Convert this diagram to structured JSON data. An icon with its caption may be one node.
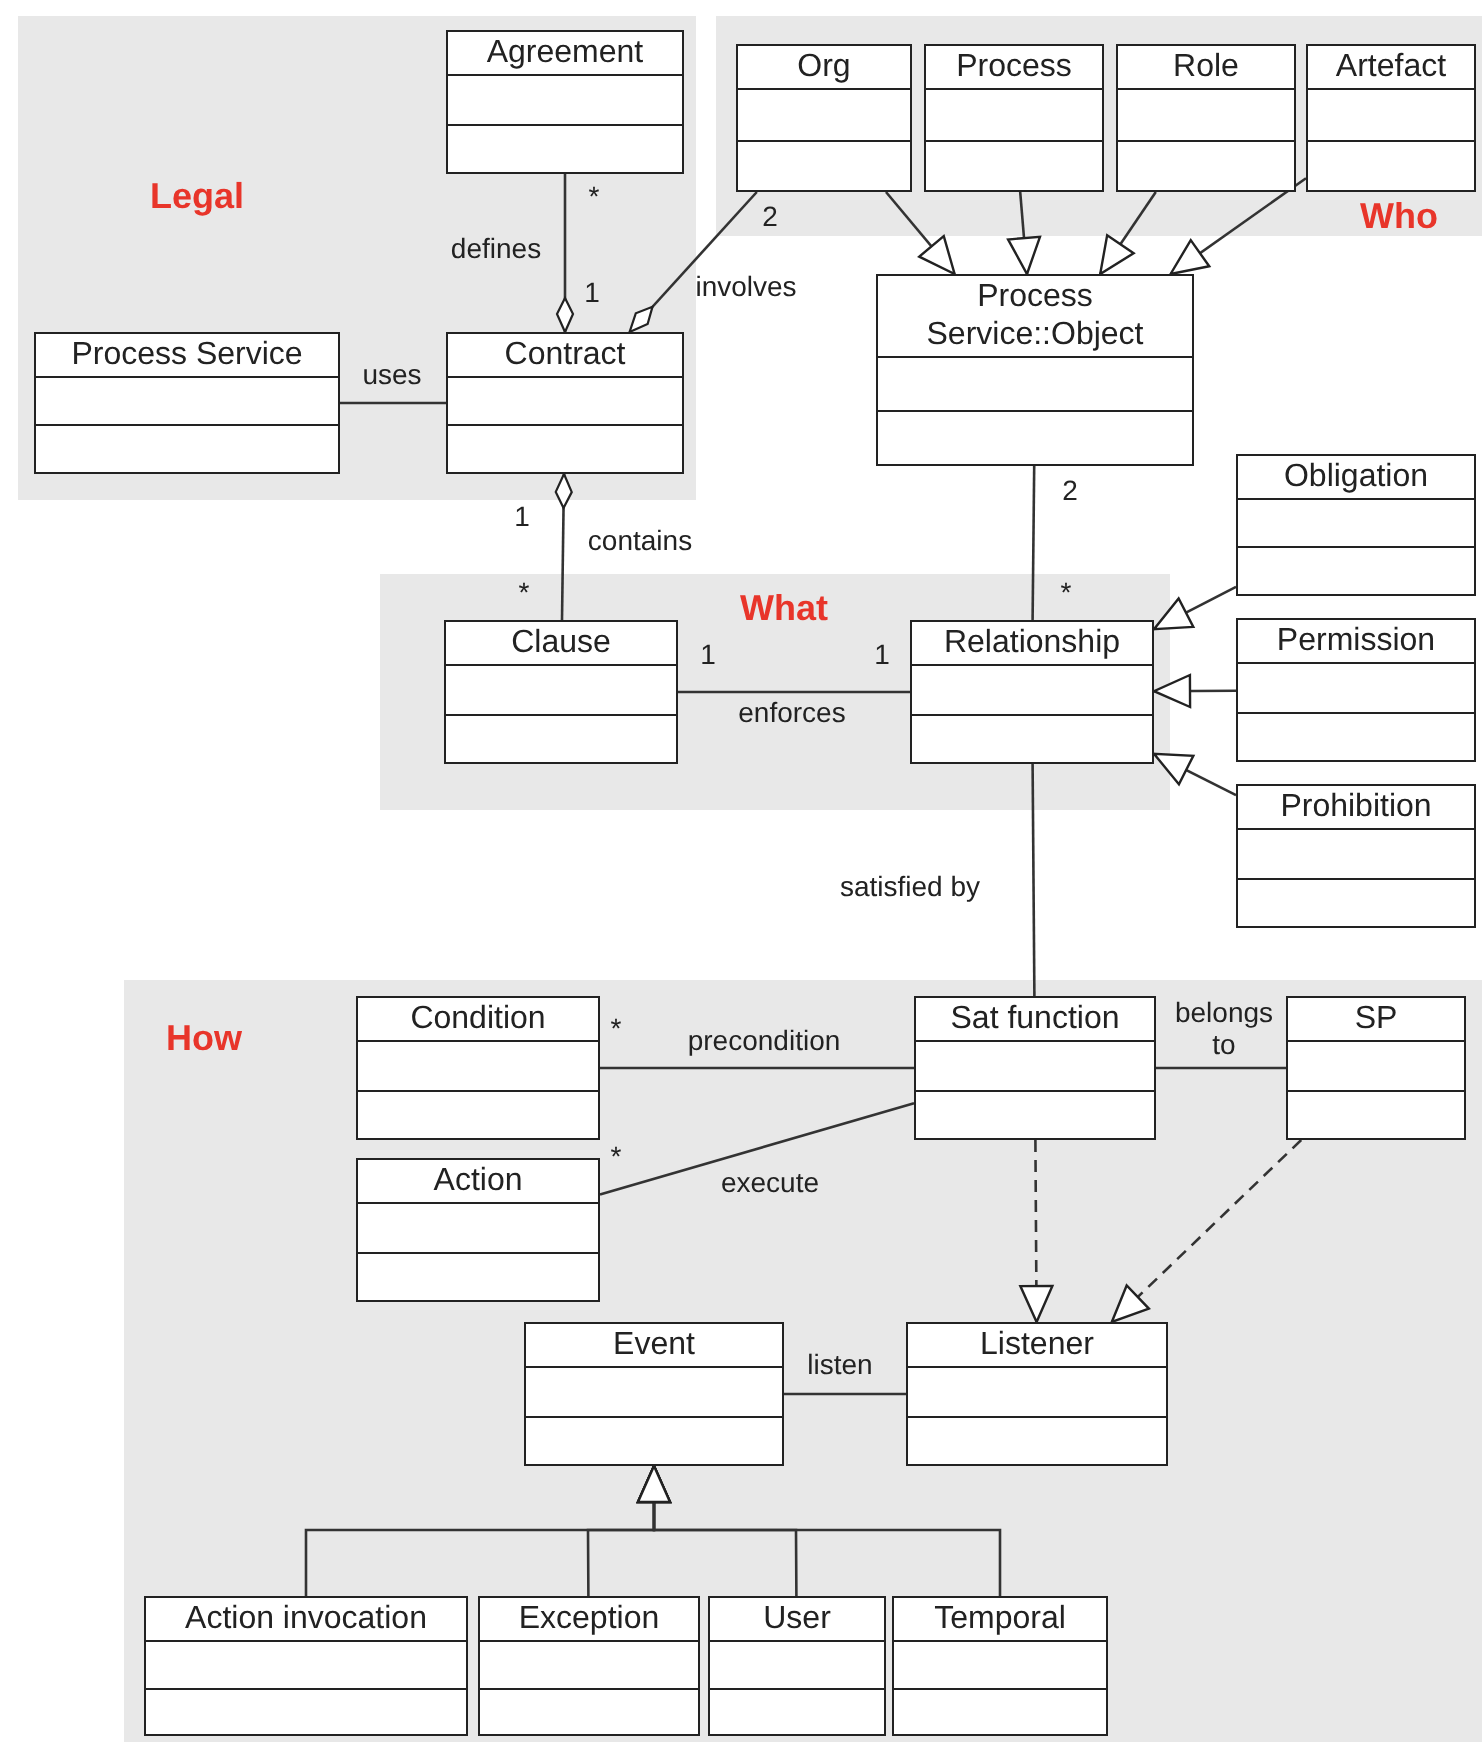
{
  "diagram": {
    "nodes": [
      {
        "text": [
          "Legal"
        ]
      },
      {
        "text": [
          "Agreement"
        ],
        "in": 0
      },
      {
        "text": [
          "Process Service"
        ],
        "in": 0
      },
      {
        "text": [
          "Contract"
        ],
        "in": 0
      },
      {
        "text": [
          "Who"
        ]
      },
      {
        "text": [
          "Org"
        ],
        "in": 4
      },
      {
        "text": [
          "Process"
        ],
        "in": 4
      },
      {
        "text": [
          "Role"
        ],
        "in": 4
      },
      {
        "text": [
          "Artefact"
        ],
        "in": 4
      },
      {
        "text": [
          "Process Service::Object"
        ]
      },
      {
        "text": [
          "Obligation"
        ]
      },
      {
        "text": [
          "What"
        ]
      },
      {
        "text": [
          "Clause"
        ],
        "in": 11
      },
      {
        "text": [
          "Relationship"
        ],
        "in": 11
      },
      {
        "text": [
          "Permission"
        ]
      },
      {
        "text": [
          "Prohibition"
        ]
      },
      {
        "text": [
          "How"
        ]
      },
      {
        "text": [
          "Condition"
        ],
        "in": 16
      },
      {
        "text": [
          "Sat function"
        ],
        "in": 16
      },
      {
        "text": [
          "SP"
        ],
        "in": 16
      },
      {
        "text": [
          "Action"
        ],
        "in": 16
      },
      {
        "text": [
          "Event"
        ],
        "in": 16
      },
      {
        "text": [
          "Listener"
        ],
        "in": 16
      },
      {
        "text": [
          "Action invocation"
        ],
        "in": 16
      },
      {
        "text": [
          "Exception"
        ],
        "in": 16
      },
      {
        "text": [
          "User"
        ],
        "in": 16
      },
      {
        "text": [
          "Temporal"
        ],
        "in": 16
      }
    ],
    "edges": [
      {
        "from": 1,
        "to": 3,
        "arrow": "other",
        "label": "defines"
      },
      {
        "from": 5,
        "to": 3,
        "arrow": "other",
        "label": "involves"
      },
      {
        "from": 2,
        "to": 3,
        "arrow": "none",
        "label": "uses"
      },
      {
        "from": 5,
        "to": 9,
        "arrow": "to"
      },
      {
        "from": 6,
        "to": 9,
        "arrow": "to"
      },
      {
        "from": 7,
        "to": 9,
        "arrow": "to"
      },
      {
        "from": 8,
        "to": 9,
        "arrow": "to"
      },
      {
        "from": 12,
        "to": 3,
        "arrow": "other",
        "label": "contains"
      },
      {
        "from": 9,
        "to": 13,
        "arrow": "none"
      },
      {
        "from": 12,
        "to": 13,
        "arrow": "none",
        "label": "enforces"
      },
      {
        "from": 10,
        "to": 13,
        "arrow": "to"
      },
      {
        "from": 14,
        "to": 13,
        "arrow": "to"
      },
      {
        "from": 15,
        "to": 13,
        "arrow": "to"
      },
      {
        "from": 13,
        "to": 18,
        "arrow": "none",
        "label": "satisfied by"
      },
      {
        "from": 17,
        "to": 18,
        "arrow": "none",
        "label": "precondition"
      },
      {
        "from": 20,
        "to": 18,
        "arrow": "none",
        "label": "execute"
      },
      {
        "from": 18,
        "to": 19,
        "arrow": "none",
        "label": "belongs to"
      },
      {
        "from": 18,
        "to": 22,
        "arrow": "to",
        "style": "dashed"
      },
      {
        "from": 19,
        "to": 22,
        "arrow": "to",
        "style": "dashed"
      },
      {
        "from": 21,
        "to": 22,
        "arrow": "none",
        "label": "listen"
      },
      {
        "from": 23,
        "to": 21,
        "arrow": "to"
      },
      {
        "from": 24,
        "to": 21,
        "arrow": "to"
      },
      {
        "from": 25,
        "to": 21,
        "arrow": "to"
      },
      {
        "from": 26,
        "to": 21,
        "arrow": "to"
      }
    ],
    "labels": [
      "*",
      "1",
      "2",
      "1",
      "*",
      "2",
      "*",
      "1",
      "1",
      "*",
      "*"
    ]
  }
}
